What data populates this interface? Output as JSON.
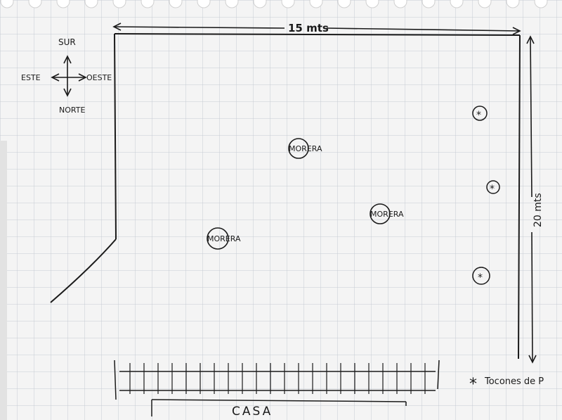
{
  "sketch": {
    "top_dimension": "15 mts",
    "right_dimension": "20 mts",
    "compass": {
      "north": "SUR",
      "east": "OESTE",
      "west": "ESTE",
      "south": "NORTE"
    },
    "trees": [
      {
        "label": "MORERA"
      },
      {
        "label": "MORERA"
      },
      {
        "label": "MORERA"
      }
    ],
    "house_label": "CASA",
    "legend_symbol": "*",
    "legend_label": "Tocones de P"
  },
  "colors": {
    "paper": "#f4f4f4",
    "grid": "#c6cbd3",
    "ink": "#1a1a1a"
  }
}
